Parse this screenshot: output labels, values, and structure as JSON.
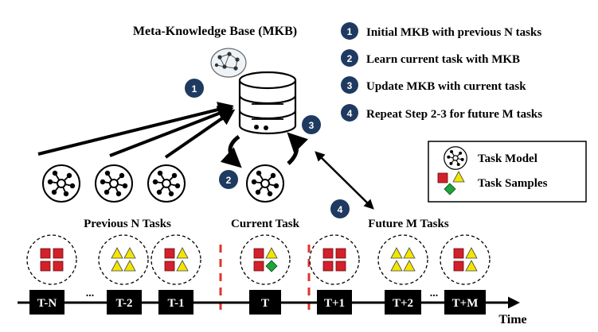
{
  "title": "Meta-Knowledge Base (MKB)",
  "steps": [
    {
      "num": "1",
      "text": "Initial MKB with previous N tasks"
    },
    {
      "num": "2",
      "text": "Learn current task with MKB"
    },
    {
      "num": "3",
      "text": "Update MKB with current task"
    },
    {
      "num": "4",
      "text": "Repeat Step 2-3 for future M tasks"
    }
  ],
  "legend": {
    "task_model": "Task Model",
    "task_samples": "Task Samples"
  },
  "groups": {
    "previous": "Previous N Tasks",
    "current": "Current Task",
    "future": "Future M Tasks"
  },
  "timeline": {
    "labels": [
      "T-N",
      "T-2",
      "T-1",
      "T",
      "T+1",
      "T+2",
      "T+M"
    ],
    "ellipsis": "...",
    "axis_label": "Time"
  },
  "colors": {
    "step_badge": "#1f3a60",
    "square": "#d3202a",
    "triangle": "#f2e600",
    "diamond": "#1fa33a",
    "separator": "#e0342a"
  },
  "icons": {
    "task_model": "network-graph-icon",
    "database": "database-icon"
  }
}
